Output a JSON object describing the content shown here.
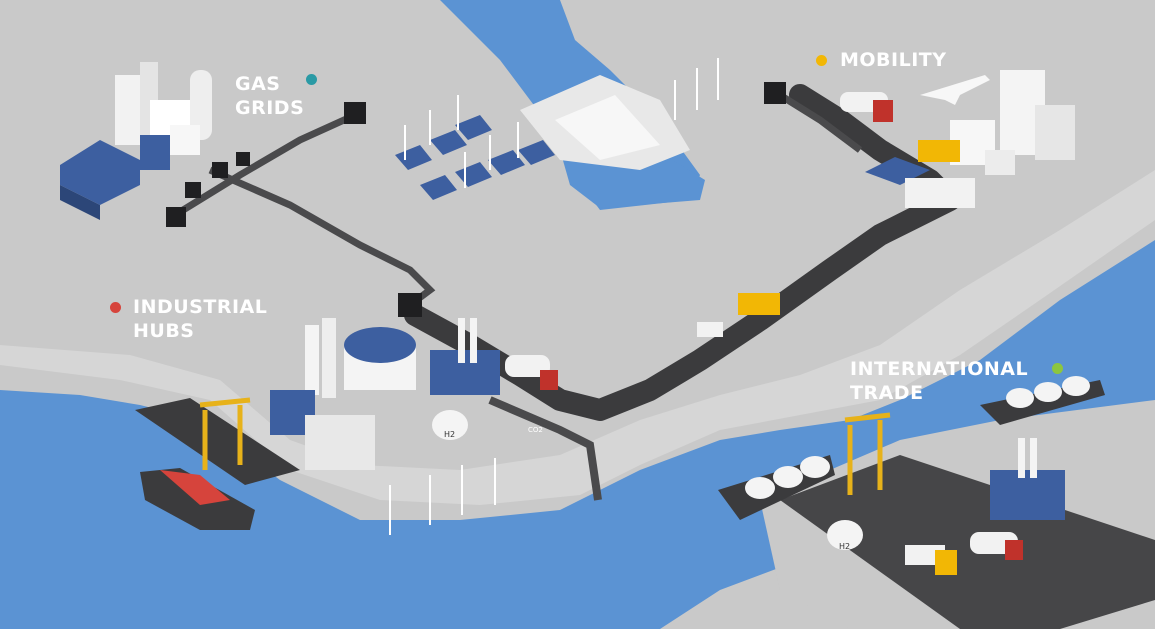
{
  "labels": {
    "gas_grids": {
      "line1": "GAS",
      "line2": "GRIDS",
      "dot_color": "#2a9aa5"
    },
    "mobility": {
      "line1": "MOBILITY",
      "dot_color": "#f2b705"
    },
    "industrial_hubs": {
      "line1": "INDUSTRIAL",
      "line2": "HUBS",
      "dot_color": "#d6443c"
    },
    "international_trade": {
      "line1": "INTERNATIONAL",
      "line2": "TRADE",
      "dot_color": "#8cc63f"
    }
  },
  "tank_marks": {
    "industrial_tank": "H2",
    "port_tank": "H2",
    "pipe_tag": "CO2"
  },
  "colors": {
    "land": "#c9c9c9",
    "water": "#5b93d3",
    "road": "#3b3b3d",
    "pipe": "#4a4a4c",
    "accent_blue": "#3d5fa0"
  }
}
